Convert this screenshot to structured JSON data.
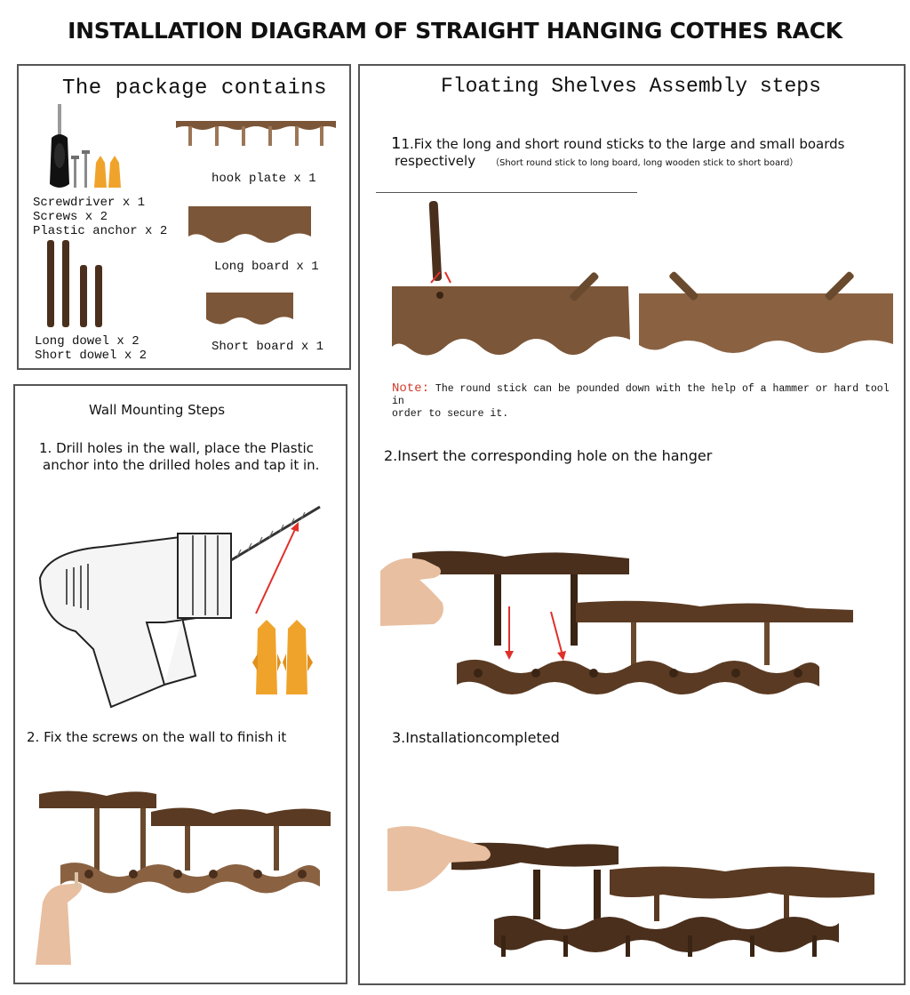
{
  "title": "INSTALLATION DIAGRAM OF STRAIGHT HANGING COTHES RACK",
  "package": {
    "heading": "The package contains",
    "tools_lines": [
      "Screwdriver x 1",
      "Screws x 2",
      "Plastic anchor x 2"
    ],
    "dowel_lines": [
      "Long dowel x 2",
      "Short dowel x 2"
    ],
    "hook_plate": "hook plate x 1",
    "long_board": "Long board x 1",
    "short_board": "Short board x 1"
  },
  "wall": {
    "heading": "Wall Mounting Steps",
    "step1_line1": "1. Drill holes in the wall, place the Plastic",
    "step1_line2": "anchor into the drilled holes and tap it in.",
    "step2": "2. Fix the screws on the wall to finish it"
  },
  "assembly": {
    "heading": "Floating Shelves Assembly steps",
    "step1_line1": "1.Fix the long and short round sticks to the large and small boards",
    "step1_line2": "respectively",
    "step1_sub": "（Short round stick to long board, long wooden stick to short board）",
    "note_label": "Note:",
    "note_line1": " The round stick can be pounded down with the help of a hammer or hard tool in",
    "note_line2": "order to secure it.",
    "step2": "2.Insert the corresponding hole on the hanger",
    "step3": "3.Installationcompleted"
  },
  "colors": {
    "wood_dark": "#5a3a22",
    "wood_mid": "#7b5638",
    "wood_light": "#9c7656",
    "anchor": "#f0a32b",
    "arrow": "#e0302a",
    "note_red": "#d23a2b"
  }
}
